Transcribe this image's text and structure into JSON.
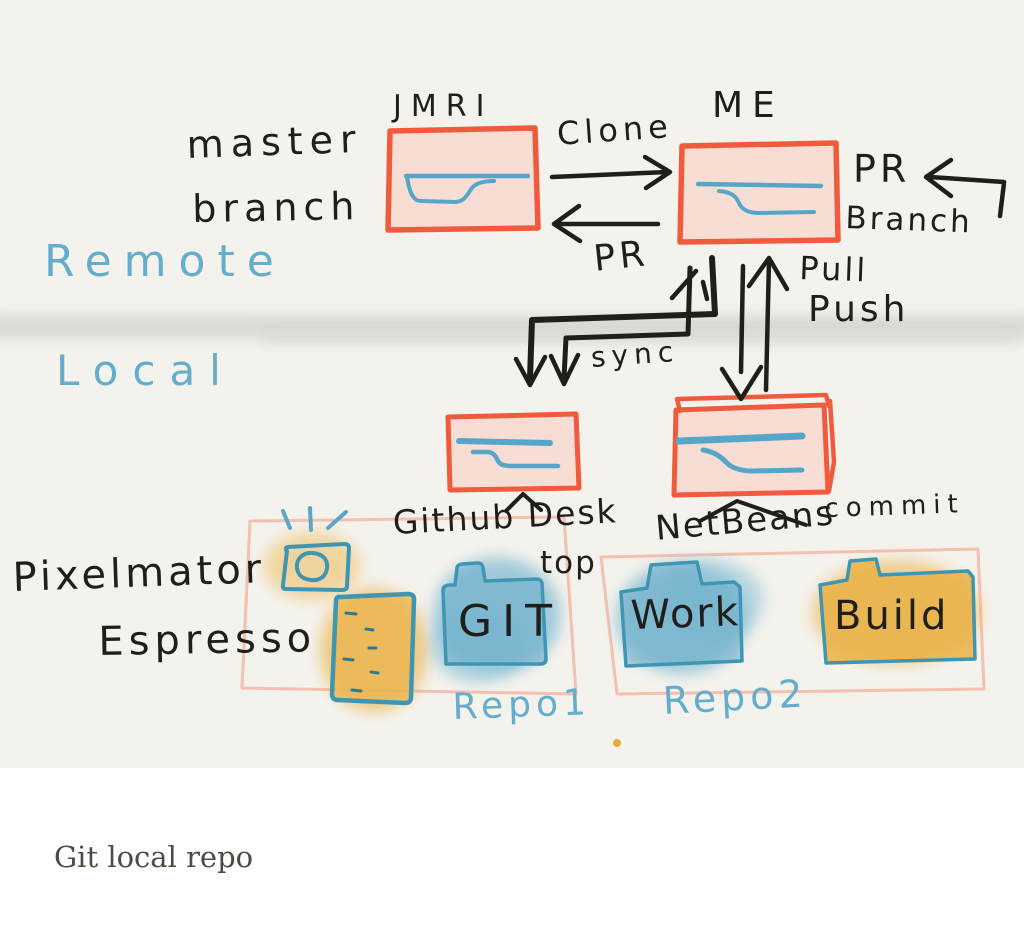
{
  "colors": {
    "canvas_bg": "#f4f2ec",
    "footer_bg": "#ffffff",
    "ink_black": "#1f1e1b",
    "hand_blue": "#64adcc",
    "branch_line_blue": "#55a6c8",
    "repo_box_red": "#f05a3d",
    "repo_box_fill": "#f8ddd4",
    "pink_outline": "#f4b7a6",
    "folder_teal_stroke": "#3e96b3",
    "folder_blue_fill": "#68acc9",
    "watercolor_yellow": "#e9b24c",
    "divider_gray": "#d6d4d0",
    "caption_color": "#4e4b45"
  },
  "zones": {
    "remote_label": "Remote",
    "local_label": "Local"
  },
  "remote": {
    "jmri_title": "JMRI",
    "master_word": "master",
    "branch_word": "branch",
    "clone_label": "Clone",
    "me_title": "ME",
    "pr_side_label": "PR",
    "pr_side_branch": "Branch",
    "pr_mid_label": "PR"
  },
  "flow": {
    "pull_label": "Pull",
    "push_label": "Push",
    "sync_label": "sync"
  },
  "local": {
    "tool_github_line1": "Github Desk",
    "tool_github_line2": "top",
    "tool_netbeans": "NetBeans",
    "commit_label": "commit",
    "app_line1": "Pixelmator",
    "app_line2": "Espresso",
    "folder_git": "GIT",
    "folder_work": "Work",
    "folder_build": "Build",
    "repo1_label": "Repo1",
    "repo2_label": "Repo2"
  },
  "footer": {
    "caption": "Git local repo"
  },
  "icons": [
    "camera-icon",
    "espresso-document-icon",
    "git-folder-icon",
    "work-folder-icon",
    "build-folder-icon",
    "branch-diagram-icon",
    "clone-arrow",
    "pr-return-arrow",
    "pr-branch-hook-arrow",
    "pull-push-arrows",
    "sync-u-arrows",
    "caret-icon"
  ]
}
